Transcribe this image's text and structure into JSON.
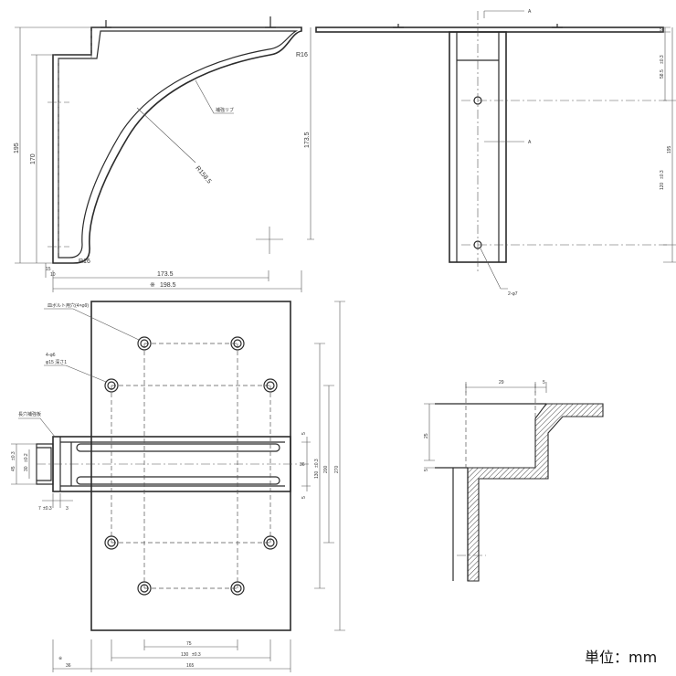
{
  "unit_label": "単位：mm",
  "side_view": {
    "dims": {
      "height_outer": "195",
      "height_inner": "170",
      "height_right": "173.5",
      "width_inner": "173.5",
      "width_total": "198.5",
      "width_total_prefix": "※",
      "radius_main": "R158.5",
      "radius_top": "R16",
      "radius_bottom": "R16",
      "offset_small": "10",
      "offset_tiny": "15"
    },
    "note": "補強リブ"
  },
  "front_view": {
    "dims": {
      "top_thickness": "5",
      "hole_top_offset": "58.5",
      "hole_top_tol": "±0.3",
      "height": "195",
      "hole_pitch": "120",
      "hole_pitch_tol": "±0.3",
      "hole_spec": "2-φ7"
    },
    "section_mark": "A"
  },
  "plan_view": {
    "notes": {
      "countersink": "皿ボルト用穴(4×φ9)",
      "holes_qty": "4-φ6",
      "holes_spec": "φ15 深さ1",
      "slot_label": "長穴補強板"
    },
    "dims": {
      "left_height": "45",
      "left_height_tol": "±0.3",
      "slot_width": "30",
      "slot_tol": "±0.2",
      "slot_offset": "7",
      "slot_offset_tol": "±0.3",
      "small": "3",
      "gap_a": "5",
      "center": "36",
      "hole_span_v": "130",
      "hole_span_v_tol": "±0.3",
      "span_200": "200",
      "span_270": "270",
      "gap_b": "5",
      "bottom_75": "75",
      "bottom_130": "130",
      "bottom_130_tol": "±0.3",
      "bottom_36": "36",
      "bottom_165": "165",
      "mark": "※"
    }
  },
  "section_view": {
    "dims": {
      "width": "29",
      "thickness": "5",
      "height": "25",
      "lower": "5"
    }
  }
}
